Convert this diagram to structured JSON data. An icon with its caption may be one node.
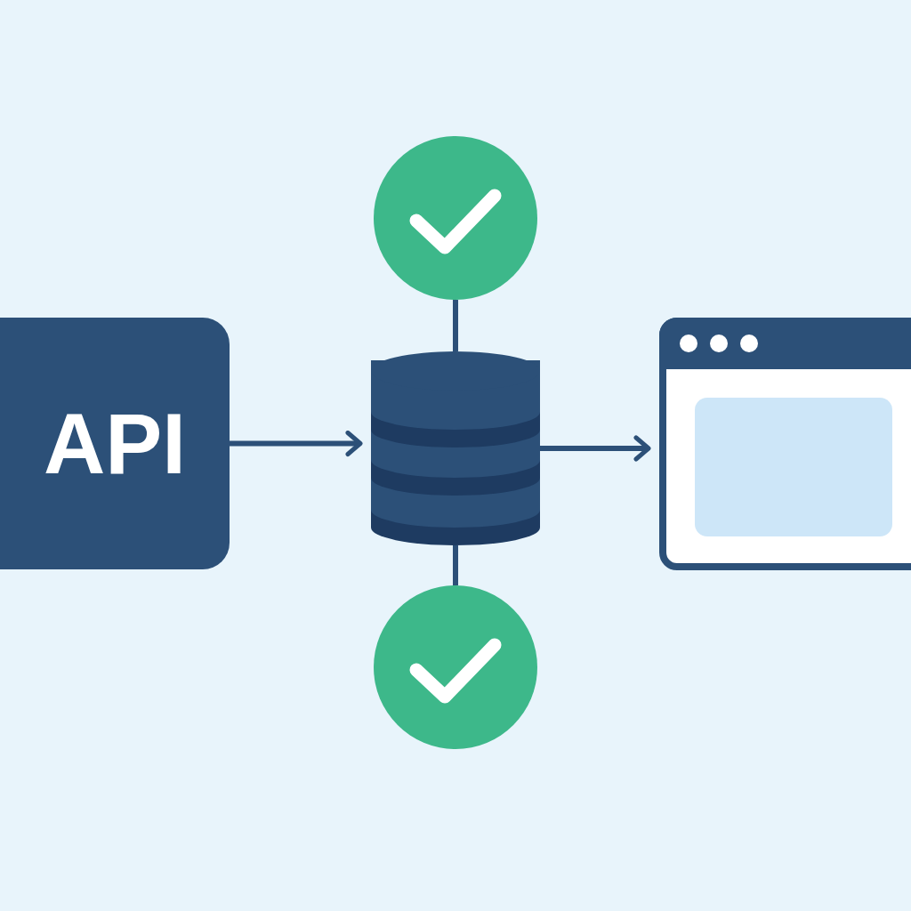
{
  "diagram": {
    "nodes": [
      {
        "text": [],
        "shape": "circle"
      },
      {
        "text": [
          "API"
        ]
      },
      {
        "text": [],
        "shape": "cylinder"
      },
      {
        "text": [],
        "shape": "box"
      },
      {
        "text": [],
        "shape": "circle"
      }
    ],
    "edges": [
      {
        "from": 1,
        "to": 2,
        "arrow": "to"
      },
      {
        "from": 2,
        "to": 3,
        "arrow": "to"
      },
      {
        "from": 0,
        "to": 2,
        "arrow": "none"
      },
      {
        "from": 2,
        "to": 4,
        "arrow": "none"
      }
    ]
  }
}
